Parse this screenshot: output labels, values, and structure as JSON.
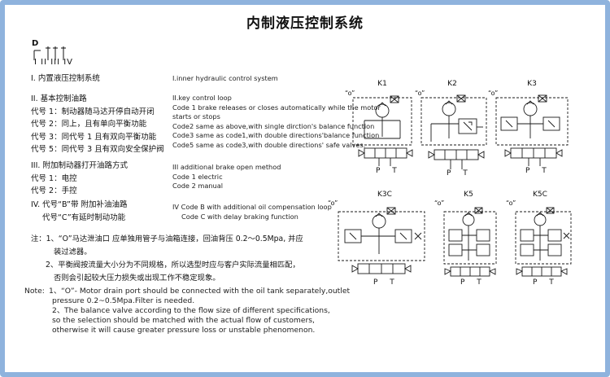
{
  "title": "内制液压控制系统",
  "code": {
    "letter": "D",
    "romans": "I  II III IV"
  },
  "section1": {
    "cn": "I. 内置液压控制系统",
    "en": "I.inner hydraulic control system"
  },
  "section2": {
    "cn_head": "II. 基本控制油路",
    "cn_lines": [
      "代号 1：制动器随马达开停自动开闭",
      "代号 2：同上，且有单向平衡功能",
      "代号 3：同代号 1 且有双向平衡功能",
      "代号 5：同代号 3 且有双向安全保护阀"
    ],
    "en_lines": [
      "II.key control loop",
      "Code 1 brake releases or closes automatically while the motor",
      "starts or stops",
      "Code2 same as above,with single dirction's balance function",
      "Code3 same as code1,with double directions'balance function",
      "Code5 same as code3,with double directions' safe valves."
    ]
  },
  "section3": {
    "cn_head": "III. 附加制动器打开油路方式",
    "cn_lines": [
      "代号 1：电控",
      "代号 2：手控"
    ],
    "en_lines": [
      "III additional brake open method",
      "Code 1 electric",
      "Code 2 manual"
    ]
  },
  "section4": {
    "cn_lines": [
      "IV. 代号“B”带 附加补油油路",
      "代号“C”有延时制动功能"
    ],
    "en_lines": [
      "IV Code B with additional oil compensation loop",
      "Code C with delay braking function"
    ]
  },
  "notes_cn": [
    "注：1、“O”马达泄油口 应单独用管子与油箱连接，回油背压 0.2～0.5Mpa, 并应",
    "装过滤器。",
    "2、平衡阀按流量大小分为不同规格，所以选型时应与客户实际流量相匹配，",
    "否则会引起较大压力损失或出现工作不稳定现象。"
  ],
  "notes_en": {
    "label": "Note:",
    "lines": [
      "1、“O”- Motor  drain port should be connected with the oil tank separately,outlet",
      "pressure  0.2~0.5Mpa.Filter is needed.",
      "2、The balance valve according to the flow size of different specifications,",
      "so the selection should be matched with the actual flow of customers,",
      "otherwise it will cause greater pressure loss or unstable phenomenon."
    ]
  },
  "diagrams": [
    {
      "label": "K1",
      "o": "“o”",
      "pt": "P T"
    },
    {
      "label": "K2",
      "o": "“o”",
      "pt": "P T"
    },
    {
      "label": "K3",
      "o": "“o”",
      "pt": "P T"
    },
    {
      "label": "K3C",
      "o": "“o”",
      "pt": "P T"
    },
    {
      "label": "K5",
      "o": "“o”",
      "pt": "P T"
    },
    {
      "label": "K5C",
      "o": "“o”",
      "pt": "P T"
    }
  ],
  "colors": {
    "border": "#8fb3dd",
    "line": "#1a1a1a"
  }
}
